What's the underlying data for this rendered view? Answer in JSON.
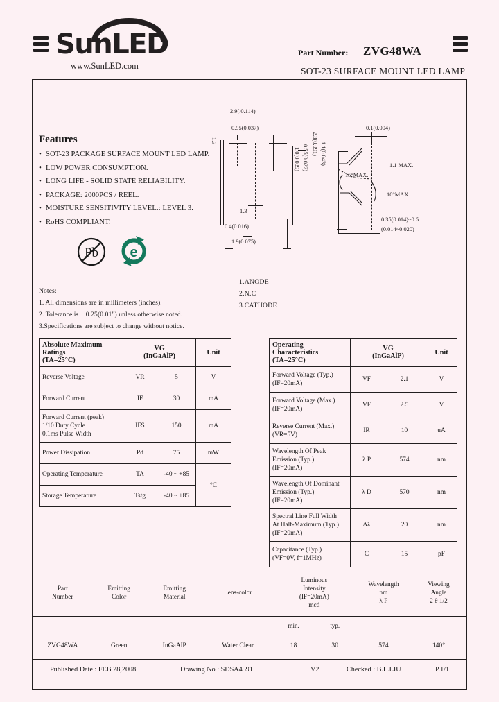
{
  "header": {
    "logo_text": "SunLED",
    "logo_url": "www.SunLED.com",
    "part_number_label": "Part Number:",
    "part_number": "ZVG48WA",
    "subtitle": "SOT-23 SURFACE  MOUNT  LED  LAMP"
  },
  "features": {
    "title": "Features",
    "items": [
      "SOT-23 PACKAGE SURFACE MOUNT LED LAMP.",
      "LOW POWER CONSUMPTION.",
      "LONG LIFE - SOLID STATE RELIABILITY.",
      "PACKAGE: 2000PCS / REEL.",
      "MOISTURE SENSITIVITY LEVEL.: LEVEL 3.",
      "RoHS COMPLIANT."
    ]
  },
  "certs": {
    "pb_free": "Pb",
    "rohs": "e"
  },
  "notes": {
    "title": "Notes:",
    "items": [
      "1. All dimensions are in millimeters (inches).",
      "2. Tolerance is ± 0.25(0.01\") unless otherwise noted.",
      "3.Specifications are subject to change without notice."
    ]
  },
  "drawing": {
    "dim_top1": "2.9(.0.114)",
    "dim_top2": "0.95(0.037)",
    "dim_mid": "1.3",
    "dim_bottom1": "0.4(0.016)",
    "dim_bottom2": "1.9(0.075)",
    "dim_left": "1.3",
    "dim_v1": "1.0(0.039)",
    "dim_v2": "0.55(0.022)",
    "dim_v3": "2.3(0.091)",
    "dim_v4": "1.1(0.043)",
    "dim_angle": "15°MAX.",
    "dim_r1": "0.1(0.004)",
    "dim_max1": "1.1 MAX.",
    "dim_max2": "10°MAX.",
    "dim_r2": "0.35(0.014)~0.5",
    "dim_r3": "(0.014~0.020)",
    "pins": [
      "1.ANODE",
      "2.N.C",
      "3.CATHODE"
    ]
  },
  "abs_max_table": {
    "title": "Absolute Maximum Ratings",
    "subtitle": "(TA=25°C)",
    "col_type": "VG",
    "col_material": "(InGaAlP)",
    "col_unit": "Unit",
    "rows": [
      {
        "param": "Reverse Voltage",
        "symbol": "VR",
        "value": "5",
        "unit": "V"
      },
      {
        "param": "Forward Current",
        "symbol": "IF",
        "value": "30",
        "unit": "mA"
      },
      {
        "param": "Forward Current (peak)\n1/10 Duty Cycle\n0.1ms Pulse Width",
        "symbol": "IFS",
        "value": "150",
        "unit": "mA"
      },
      {
        "param": "Power Dissipation",
        "symbol": "Pd",
        "value": "75",
        "unit": "mW"
      },
      {
        "param": "Operating Temperature",
        "symbol": "TA",
        "value": "-40 ~ +85",
        "unit": "°C"
      },
      {
        "param": "Storage Temperature",
        "symbol": "Tstg",
        "value": "-40 ~ +85",
        "unit": ""
      }
    ]
  },
  "op_char_table": {
    "title": "Operating Characteristics",
    "subtitle": "(TA=25°C)",
    "col_type": "VG",
    "col_material": "(InGaAlP)",
    "col_unit": "Unit",
    "rows": [
      {
        "param": "Forward Voltage (Typ.)\n(IF=20mA)",
        "symbol": "VF",
        "value": "2.1",
        "unit": "V"
      },
      {
        "param": "Forward Voltage (Max.)\n(IF=20mA)",
        "symbol": "VF",
        "value": "2.5",
        "unit": "V"
      },
      {
        "param": "Reverse Current (Max.)\n(VR=5V)",
        "symbol": "IR",
        "value": "10",
        "unit": "uA"
      },
      {
        "param": "Wavelength Of Peak\nEmission (Typ.)\n(IF=20mA)",
        "symbol": "λ P",
        "value": "574",
        "unit": "nm"
      },
      {
        "param": "Wavelength Of Dominant\nEmission (Typ.)\n(IF=20mA)",
        "symbol": "λ D",
        "value": "570",
        "unit": "nm"
      },
      {
        "param": "Spectral Line Full Width\nAt Half-Maximum (Typ.)\n(IF=20mA)",
        "symbol": "Δλ",
        "value": "20",
        "unit": "nm"
      },
      {
        "param": "Capacitance (Typ.)\n(VF=0V, f=1MHz)",
        "symbol": "C",
        "value": "15",
        "unit": "pF"
      }
    ]
  },
  "summary_table": {
    "headers": [
      "Part\nNumber",
      "Emitting\nColor",
      "Emitting\nMaterial",
      "Lens-color",
      "Luminous\nIntensity\n(IF=20mA)\nmcd",
      "Wavelength\nnm\nλ P",
      "Viewing\nAngle\n2 θ 1/2"
    ],
    "subheaders": {
      "min": "min.",
      "typ": "typ."
    },
    "row": {
      "part_number": "ZVG48WA",
      "emitting_color": "Green",
      "emitting_material": "InGaAlP",
      "lens_color": "Water Clear",
      "intensity_min": "18",
      "intensity_typ": "30",
      "wavelength": "574",
      "viewing_angle": "140°"
    }
  },
  "footer": {
    "published": "Published Date : FEB  28,2008",
    "drawing_no": "Drawing No : SDSA4591",
    "version": "V2",
    "checked": "Checked : B.L.LIU",
    "page": "P.1/1"
  }
}
